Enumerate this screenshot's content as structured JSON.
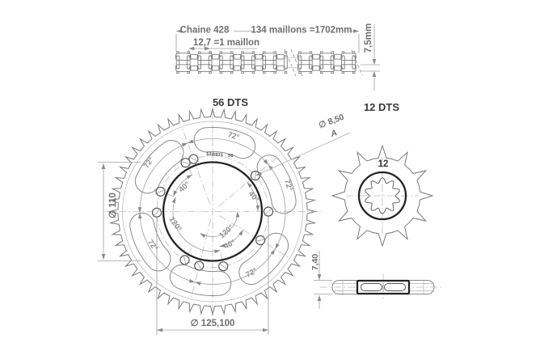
{
  "chain": {
    "name": "Chaine 428",
    "length": "134 maillons =1702mm",
    "pitch": "12,7 =1 maillon",
    "height": "7,5mm"
  },
  "rear_sprocket": {
    "title": "56 DTS",
    "teeth": 56,
    "part_number": "52B931 - 56",
    "bore_diameter": "∅ 110",
    "bolt_circle_diameter": "∅ 125,100",
    "bolt_hole_diameter": "∅ 8,50",
    "datum": "A",
    "slot_angles": [
      "72°",
      "72°",
      "72°",
      "72°",
      "72°"
    ],
    "pattern_angles": [
      "40°",
      "40°",
      "120°",
      "120°",
      "40°"
    ]
  },
  "front_sprocket": {
    "title": "12 DTS",
    "teeth": 12,
    "center_label": "12",
    "thickness": "7,40"
  },
  "colors": {
    "background": "#ffffff",
    "outline": "#7a7a7a",
    "bold_line": "#232323",
    "construction": "#bcbcbc",
    "dimension_line": "#a3a3a3",
    "dimension_text": "#6f6f6f",
    "title_text": "#3a3a3a"
  }
}
